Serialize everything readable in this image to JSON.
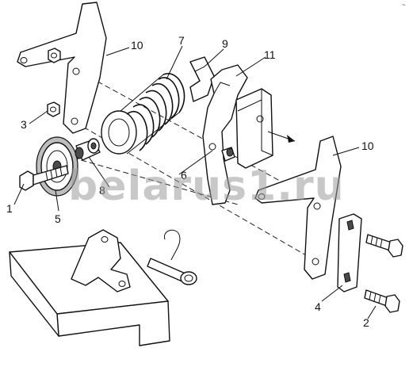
{
  "corner_mark": "~",
  "watermark": "belarus1.ru",
  "callouts": {
    "c1": "1",
    "c2": "2",
    "c3": "3",
    "c4": "4",
    "c5": "5",
    "c6": "6",
    "c7": "7",
    "c8": "8",
    "c9": "9",
    "c10_left": "10",
    "c10_right": "10",
    "c11": "11"
  }
}
